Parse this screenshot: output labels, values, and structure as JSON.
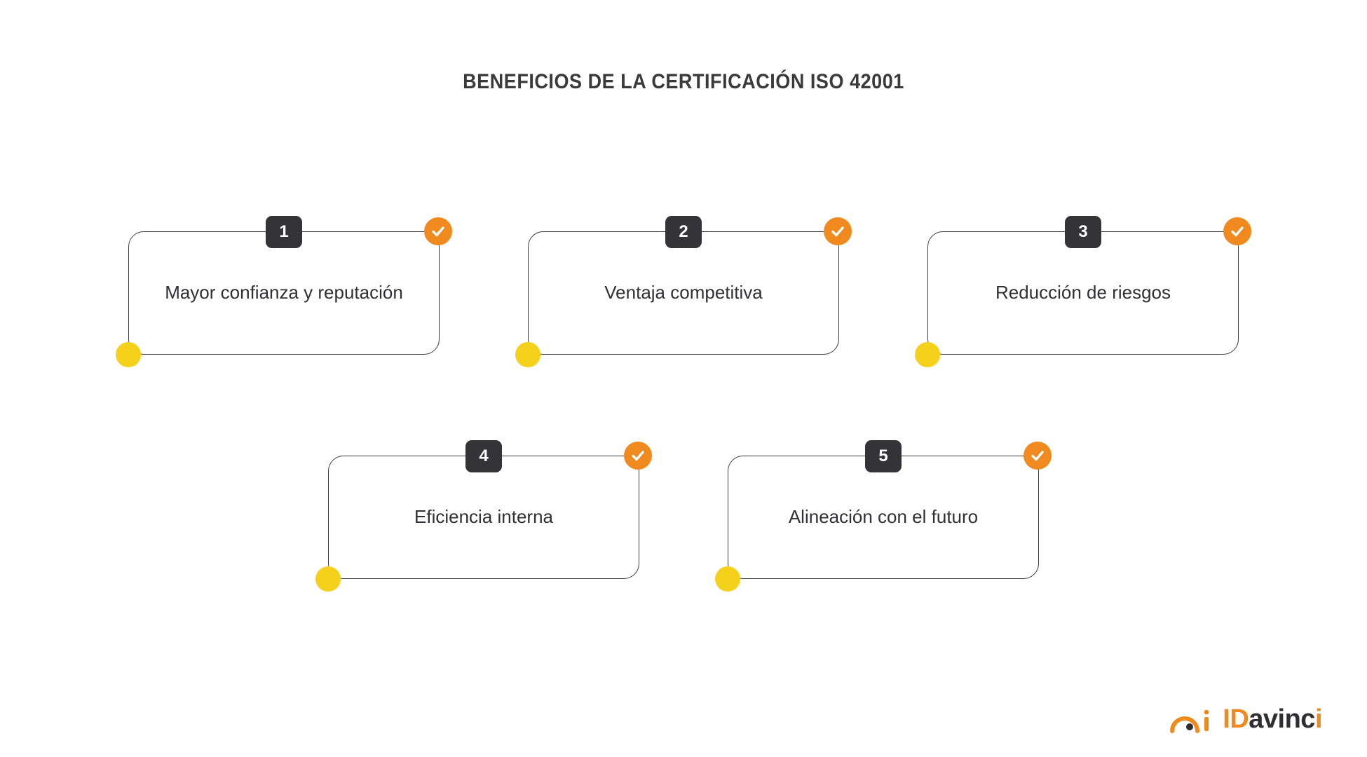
{
  "title": "BENEFICIOS DE LA CERTIFICACIÓN ISO 42001",
  "colors": {
    "orange": "#F08A1E",
    "yellow": "#F5D11C",
    "dark": "#333338",
    "text": "#303036",
    "background": "#FFFFFF"
  },
  "benefits": [
    {
      "number": "1",
      "label": "Mayor confianza y reputación"
    },
    {
      "number": "2",
      "label": "Ventaja competitiva"
    },
    {
      "number": "3",
      "label": "Reducción de riesgos"
    },
    {
      "number": "4",
      "label": "Eficiencia interna"
    },
    {
      "number": "5",
      "label": "Alineación con el futuro"
    }
  ],
  "logo": {
    "mark": "ai-arc-icon",
    "mark_text": "ai",
    "word_first": "ID",
    "word_middle": "avinc",
    "word_last": "i"
  }
}
